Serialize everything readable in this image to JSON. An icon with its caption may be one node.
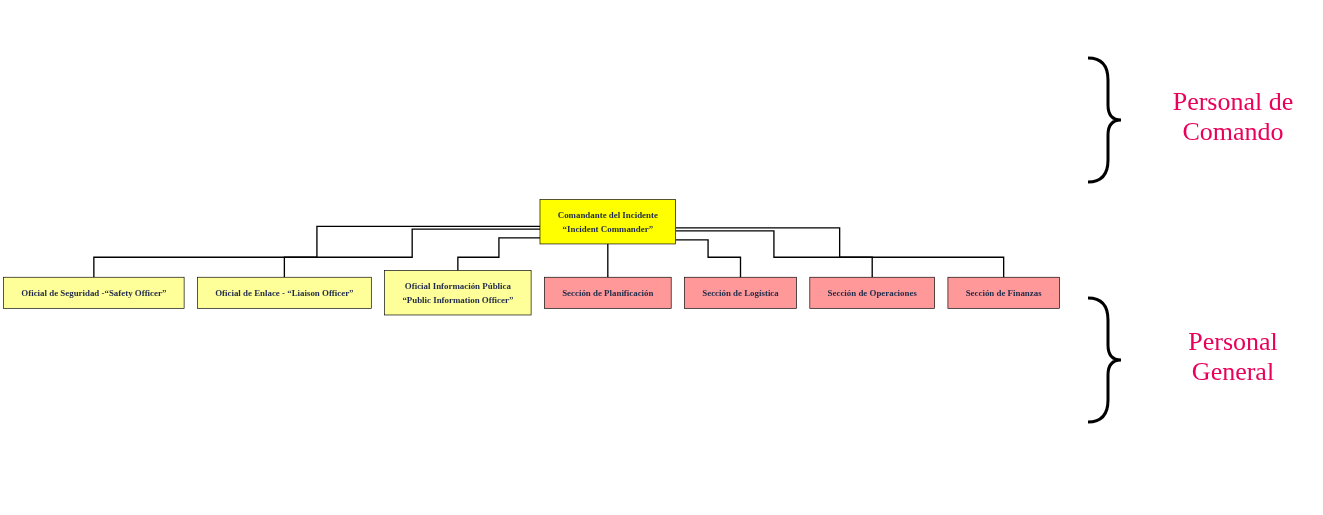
{
  "diagram": {
    "nodes": [
      {
        "text": [
          "Comandante del Incidente",
          "“Incident  Commander”"
        ]
      },
      {
        "text": [
          "Oficial de Seguridad -“Safety Officer”"
        ]
      },
      {
        "text": [
          "Oficial de Enlace - “Liaison Officer”"
        ]
      },
      {
        "text": [
          "Oficial  Información Pública",
          "“Public Information Officer”"
        ]
      },
      {
        "text": [
          "Sección de Planificación"
        ]
      },
      {
        "text": [
          "Sección de Logística"
        ]
      },
      {
        "text": [
          "Sección de Operaciones"
        ]
      },
      {
        "text": [
          "Sección de Finanzas"
        ]
      }
    ],
    "edges": [
      {
        "from": 0,
        "to": 1,
        "arrow": "none"
      },
      {
        "from": 0,
        "to": 2,
        "arrow": "none"
      },
      {
        "from": 0,
        "to": 3,
        "arrow": "none"
      },
      {
        "from": 0,
        "to": 4,
        "arrow": "none"
      },
      {
        "from": 0,
        "to": 5,
        "arrow": "none"
      },
      {
        "from": 0,
        "to": 6,
        "arrow": "none"
      },
      {
        "from": 0,
        "to": 7,
        "arrow": "none"
      }
    ],
    "labels": [
      "Personal de Comando",
      "Personal General"
    ]
  }
}
